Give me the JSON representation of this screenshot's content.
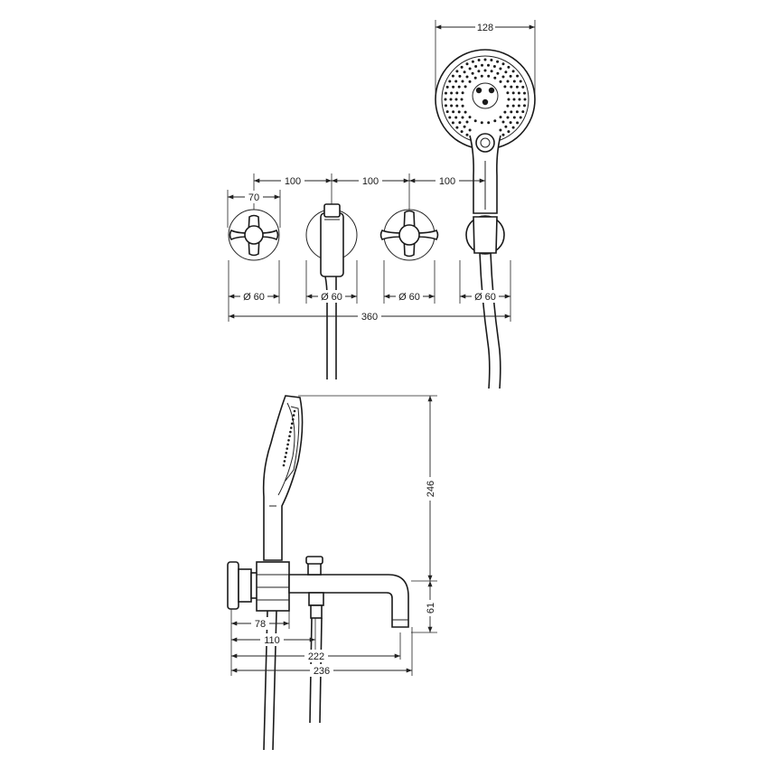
{
  "dimensions": {
    "headshower_width": "128",
    "spacing_1": "100",
    "spacing_2": "100",
    "spacing_3": "100",
    "handle_width": "70",
    "dia_1": "Ø 60",
    "dia_2": "Ø 60",
    "dia_3": "Ø 60",
    "dia_4": "Ø 60",
    "total_width": "360",
    "height_246": "246",
    "height_61": "61",
    "depth_78": "78",
    "depth_110": "110",
    "depth_222": "222",
    "depth_236": "236"
  }
}
